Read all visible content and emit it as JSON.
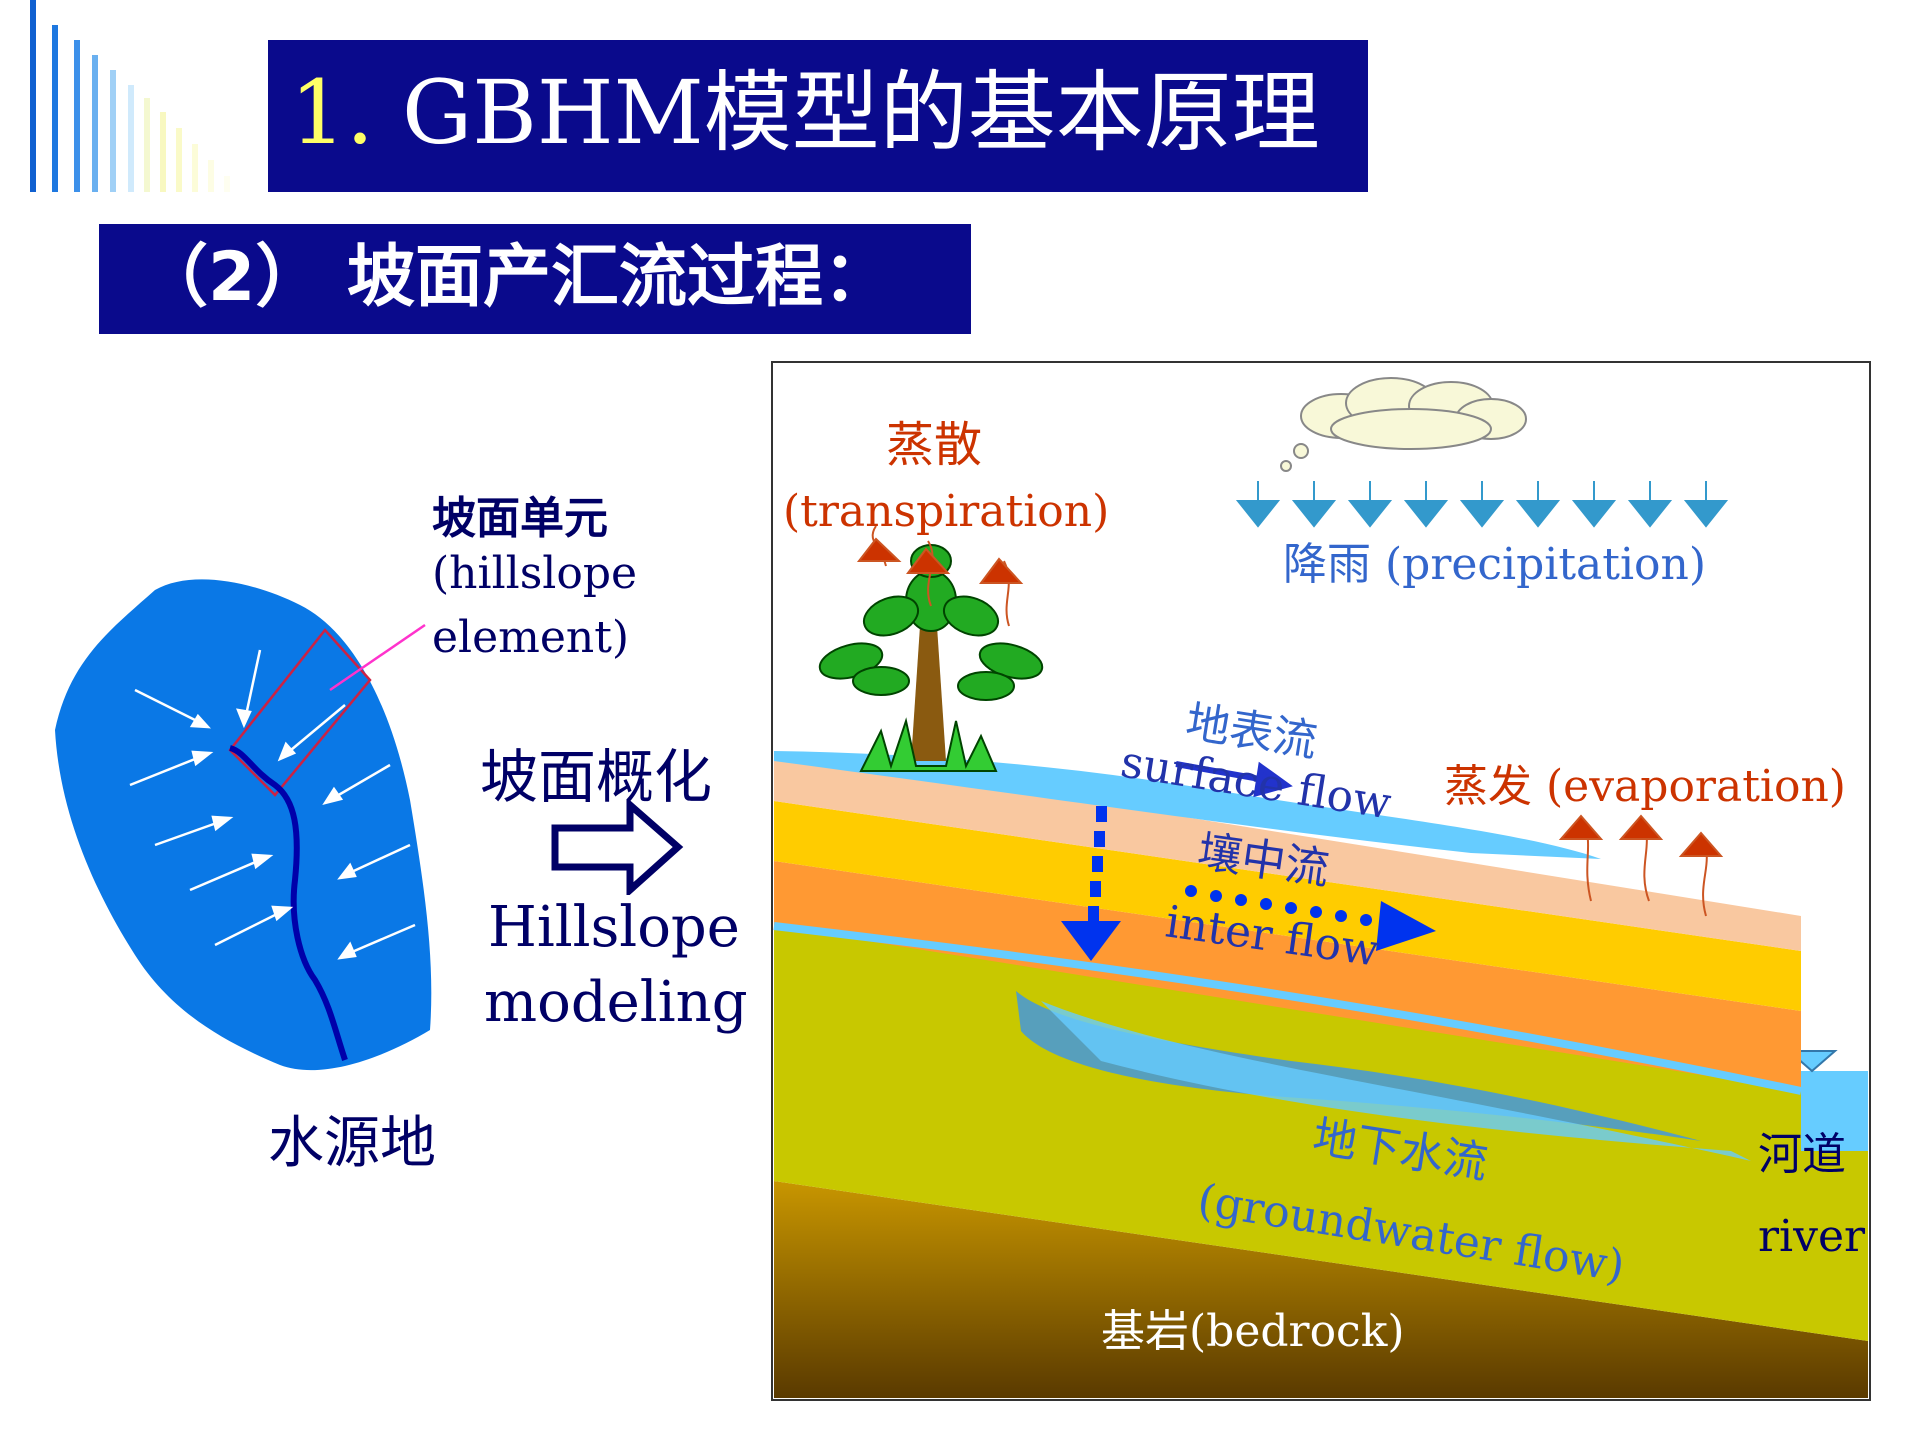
{
  "title": {
    "number": "1.",
    "text": " GBHM模型的基本原理"
  },
  "subtitle": "（2） 坡面产汇流过程：",
  "left": {
    "hillslope_element_zh": "坡面单元",
    "hillslope_element_en_1": "(hillslope",
    "hillslope_element_en_2": "element)",
    "watershed_label": "水源地",
    "concept_zh": "坡面概化",
    "concept_en_1": "Hillslope",
    "concept_en_2": "modeling"
  },
  "diagram": {
    "transpiration_zh": "蒸散",
    "transpiration_en": "(transpiration)",
    "precipitation": "降雨 (precipitation)",
    "surface_flow_zh": "地表流",
    "surface_flow_en": "surface flow",
    "evaporation": "蒸发 (evaporation)",
    "inter_flow_zh": "壤中流",
    "inter_flow_en": "inter flow",
    "groundwater_zh": "地下水流",
    "groundwater_en": "(groundwater flow)",
    "river_zh": "河道",
    "river_en": "river",
    "bedrock": "基岩(bedrock)"
  },
  "colors": {
    "title_bg": "#0a0a8c",
    "title_number": "#ffff66",
    "watershed_blue": "#0a78e6",
    "label_red": "#cc3300",
    "label_blue": "#3366cc",
    "soil_top": "#f9c8a0",
    "soil_mid": "#ffcc00",
    "soil_low": "#ff9933",
    "groundwater_zone": "#c8c800",
    "water": "#66ccff"
  },
  "icons": [
    "cloud-icon",
    "tree-icon",
    "hollow-right-arrow-icon",
    "water-level-triangle-icon"
  ]
}
